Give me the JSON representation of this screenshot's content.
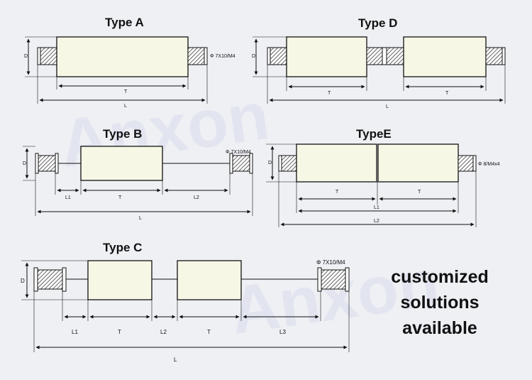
{
  "diagrams": {
    "type_a": {
      "title": "Type A",
      "d": "D",
      "phi": "Φ 7X10/M4",
      "t": "T",
      "l": "L"
    },
    "type_d": {
      "title": "Type D",
      "d": "D",
      "t1": "T",
      "t2": "T",
      "l": "L"
    },
    "type_b": {
      "title": "Type B",
      "d": "D",
      "phi": "Φ 7X10/M4",
      "l1": "L1",
      "t": "T",
      "l2": "L2",
      "l": "L"
    },
    "type_e": {
      "title": "TypeE",
      "d": "D",
      "phi": "Φ 8/M4x4",
      "t1": "T",
      "t2": "T",
      "l1": "L1",
      "l2": "L2"
    },
    "type_c": {
      "title": "Type C",
      "d": "D",
      "phi": "Φ 7X10/M4",
      "l1": "L1",
      "t1": "T",
      "l2": "L2",
      "t2": "T",
      "l3": "L3",
      "l": "L"
    }
  },
  "note": {
    "line1": "customized",
    "line2": "solutions",
    "line3": "available"
  },
  "watermark": "Anxon",
  "colors": {
    "roller_fill": "#f7f7e6",
    "line": "#111111",
    "background": "#eef0f4",
    "watermark": "#d9dcec"
  }
}
